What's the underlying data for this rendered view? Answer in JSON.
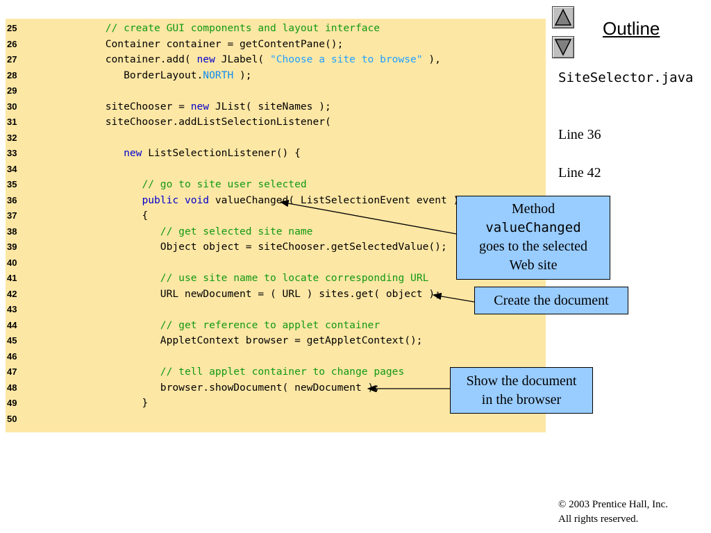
{
  "code_lines": [
    {
      "no": "25",
      "segments": [
        {
          "t": "      "
        },
        {
          "t": "// create GUI components and layout interface",
          "c": "cm"
        }
      ]
    },
    {
      "no": "26",
      "segments": [
        {
          "t": "      Container container = getContentPane();"
        }
      ]
    },
    {
      "no": "27",
      "segments": [
        {
          "t": "      container.add( "
        },
        {
          "t": "new",
          "c": "kw"
        },
        {
          "t": " JLabel( "
        },
        {
          "t": "\"Choose a site to browse\"",
          "c": "st"
        },
        {
          "t": " ),"
        }
      ]
    },
    {
      "no": "28",
      "segments": [
        {
          "t": "         BorderLayout."
        },
        {
          "t": "NORTH",
          "c": "co"
        },
        {
          "t": " );"
        }
      ]
    },
    {
      "no": "29",
      "segments": []
    },
    {
      "no": "30",
      "segments": [
        {
          "t": "      siteChooser = "
        },
        {
          "t": "new",
          "c": "kw"
        },
        {
          "t": " JList( siteNames );"
        }
      ]
    },
    {
      "no": "31",
      "segments": [
        {
          "t": "      siteChooser.addListSelectionListener("
        }
      ]
    },
    {
      "no": "32",
      "segments": []
    },
    {
      "no": "33",
      "segments": [
        {
          "t": "         "
        },
        {
          "t": "new",
          "c": "kw"
        },
        {
          "t": " ListSelectionListener() {"
        }
      ]
    },
    {
      "no": "34",
      "segments": []
    },
    {
      "no": "35",
      "segments": [
        {
          "t": "            "
        },
        {
          "t": "// go to site user selected",
          "c": "cm"
        }
      ]
    },
    {
      "no": "36",
      "segments": [
        {
          "t": "            "
        },
        {
          "t": "public",
          "c": "kw"
        },
        {
          "t": " "
        },
        {
          "t": "void",
          "c": "kw"
        },
        {
          "t": " valueChanged( ListSelectionEvent event )"
        }
      ]
    },
    {
      "no": "37",
      "segments": [
        {
          "t": "            {"
        }
      ]
    },
    {
      "no": "38",
      "segments": [
        {
          "t": "               "
        },
        {
          "t": "// get selected site name",
          "c": "cm"
        }
      ]
    },
    {
      "no": "39",
      "segments": [
        {
          "t": "               Object object = siteChooser.getSelectedValue();"
        }
      ]
    },
    {
      "no": "40",
      "segments": []
    },
    {
      "no": "41",
      "segments": [
        {
          "t": "               "
        },
        {
          "t": "// use site name to locate corresponding URL",
          "c": "cm"
        }
      ]
    },
    {
      "no": "42",
      "segments": [
        {
          "t": "               URL newDocument = ( URL ) sites.get( object );"
        }
      ]
    },
    {
      "no": "43",
      "segments": []
    },
    {
      "no": "44",
      "segments": [
        {
          "t": "               "
        },
        {
          "t": "// get reference to applet container",
          "c": "cm"
        }
      ]
    },
    {
      "no": "45",
      "segments": [
        {
          "t": "               AppletContext browser = getAppletContext();"
        }
      ]
    },
    {
      "no": "46",
      "segments": []
    },
    {
      "no": "47",
      "segments": [
        {
          "t": "               "
        },
        {
          "t": "// tell applet container to change pages",
          "c": "cm"
        }
      ]
    },
    {
      "no": "48",
      "segments": [
        {
          "t": "               browser.showDocument( newDocument );"
        }
      ]
    },
    {
      "no": "49",
      "segments": [
        {
          "t": "            }"
        }
      ]
    },
    {
      "no": "50",
      "segments": []
    }
  ],
  "sidebar": {
    "outline_title": "Outline",
    "file_name": "SiteSelector.java",
    "line_refs": [
      "Line 36",
      "Line 42"
    ]
  },
  "callouts": {
    "value_changed": {
      "line1": "Method",
      "code": "valueChanged",
      "line3": "goes to the selected",
      "line4": "Web site"
    },
    "create_document": {
      "text": "Create the document"
    },
    "show_document": {
      "line1": "Show the document",
      "line2": "in the browser"
    }
  },
  "footer": {
    "copyright_line1": "© 2003 Prentice Hall, Inc.",
    "copyright_line2": "All rights reserved."
  },
  "colors": {
    "code_background": "#fde7a5",
    "callout_fill": "#99ccff",
    "keyword": "#0000cc",
    "comment": "#119911",
    "string": "#1ea0ff",
    "constant": "#0c8cf0"
  },
  "icons": {
    "previous": "triangle-up-icon",
    "next": "triangle-down-icon"
  }
}
